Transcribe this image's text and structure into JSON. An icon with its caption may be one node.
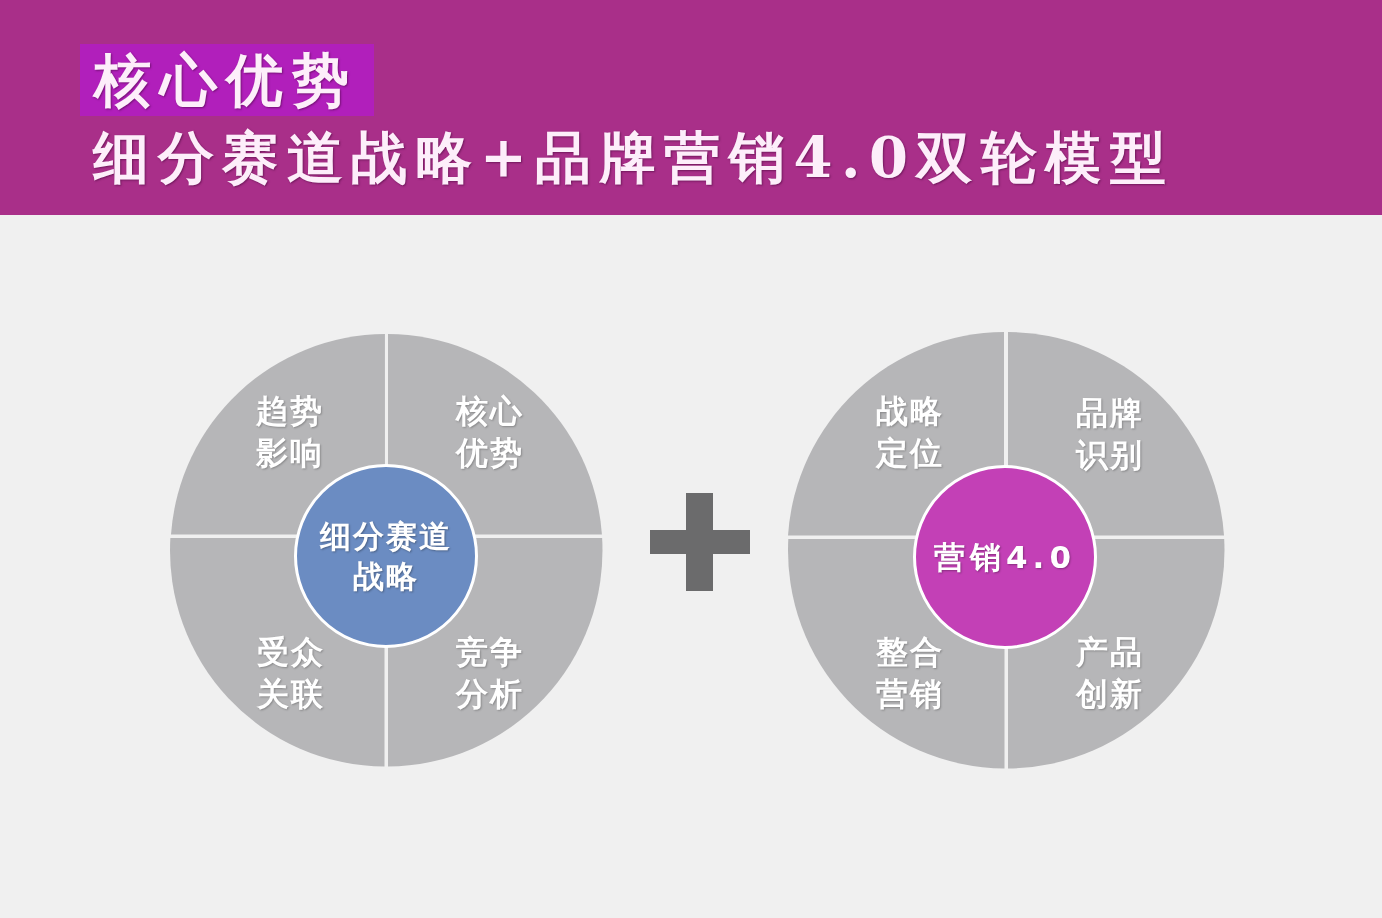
{
  "diagram": {
    "title": "细分赛道战略+品牌营销4.0双轮模型",
    "nodes": [
      {
        "text": [
          "趋势影响"
        ]
      },
      {
        "text": [
          "核心优势"
        ]
      },
      {
        "text": [
          "细分赛道战略"
        ]
      },
      {
        "text": [
          "受众关联"
        ]
      },
      {
        "text": [
          "竞争分析"
        ]
      },
      {
        "text": [
          "战略定位"
        ]
      },
      {
        "text": [
          "品牌识别"
        ]
      },
      {
        "text": [
          "营销4.0"
        ]
      },
      {
        "text": [
          "整合营销"
        ]
      },
      {
        "text": [
          "产品创新"
        ]
      }
    ],
    "labels": [
      "核心优势"
    ]
  }
}
